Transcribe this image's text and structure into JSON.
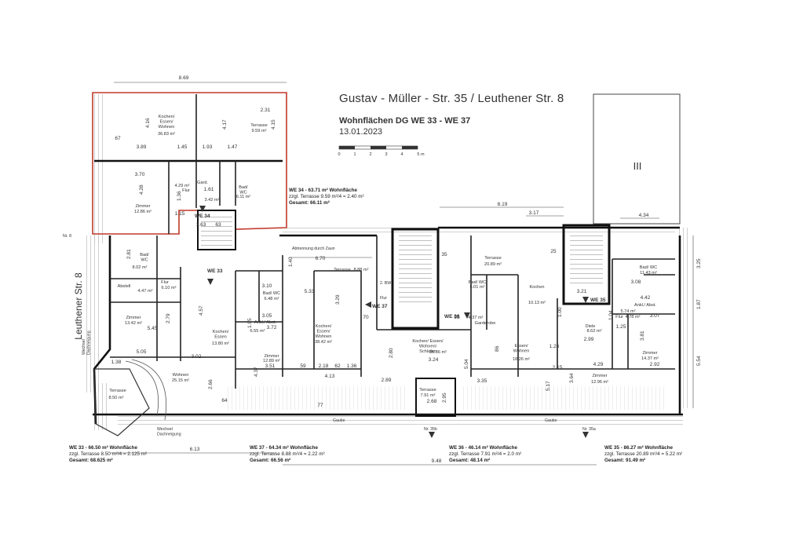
{
  "header": {
    "title": "Gustav - Müller - Str. 35 / Leuthener Str. 8",
    "subtitle": "Wohnflächen DG  WE 33 - WE 37",
    "date": "13.01.2023",
    "scale_labels": [
      "0",
      "1",
      "2",
      "3",
      "4",
      "5 m"
    ]
  },
  "street_label": "Leuthener Str. 8",
  "building_mark": "III",
  "apartments": [
    {
      "id": "WE 34",
      "label": "WE 34",
      "summary": {
        "line1": "WE 34 - 63.71 m² Wohnfläche",
        "line2": "zzgl. Terrasse 9.59 m²/4 = 2.40 m²",
        "line3": "Gesamt: 66.11 m²"
      }
    },
    {
      "id": "WE 33",
      "label": "WE 33",
      "summary": {
        "line1": "WE 33 - 66.50 m² Wohnfläche",
        "line2": "zzgl. Terrasse 8.50 m²/4 = 2.125 m²",
        "line3": "Gesamt: 68.625 m²"
      }
    },
    {
      "id": "WE 37",
      "label": "WE 37",
      "summary": {
        "line1": "WE 37 - 64.34 m² Wohnfläche",
        "line2": "zzgl. Terrasse 8.88 m²/4 = 2.22 m²",
        "line3": "Gesamt: 66.56 m²"
      }
    },
    {
      "id": "WE 36",
      "label": "WE 36",
      "summary": {
        "line1": "WE 36 - 46.14 m² Wohnfläche",
        "line2": "zzgl. Terrasse 7.91 m²/4 = 2.0 m²",
        "line3": "Gesamt: 48.14 m²"
      }
    },
    {
      "id": "WE 35",
      "label": "WE 35",
      "summary": {
        "line1": "WE 35 - 86.27 m² Wohnfläche",
        "line2": "zzgl. Terrasse 20.89 m²/4 = 5.22 m²",
        "line3": "Gesamt: 91.49 m²"
      }
    }
  ],
  "rooms": [
    {
      "name": "Kochen/\nEssen/\nWohnen",
      "area": "36.83 m²"
    },
    {
      "name": "Terrasse",
      "area": "9.59 m²"
    },
    {
      "name": "Zimmer",
      "area": "12.86 m²"
    },
    {
      "name": "Flur",
      "area": "4.29 m²"
    },
    {
      "name": "Gard.",
      "area": "3.42 m²"
    },
    {
      "name": "Bad/\nWC",
      "area": "6.11 m²"
    },
    {
      "name": "Bad/\nWC",
      "area": "8.02 m²"
    },
    {
      "name": "Abstell",
      "area": "4.47 m²"
    },
    {
      "name": "Flur",
      "area": "6.10 m²"
    },
    {
      "name": "Zimmer",
      "area": "13.42 m²"
    },
    {
      "name": "Kochen/\nEssen",
      "area": "13.80 m²"
    },
    {
      "name": "Wohnen",
      "area": "25.15 m²"
    },
    {
      "name": "Terrasse",
      "area": "8.50 m²"
    },
    {
      "name": "Terrasse",
      "area": "8.88 m²"
    },
    {
      "name": "Bad/ WC",
      "area": "6.48 m²"
    },
    {
      "name": "Ankl./ Abst.",
      "area": "6.55 m²"
    },
    {
      "name": "Kochen/\nEssen/\nWohnen",
      "area": "38.42 m²"
    },
    {
      "name": "Zimmer",
      "area": "12.89 m²"
    },
    {
      "name": "Kochen/ Essen/\nWohnen/\nSchlafen",
      "area": "36.86 m²"
    },
    {
      "name": "Terrasse",
      "area": "7.91 m²"
    },
    {
      "name": "Garderobe",
      "area": "4.37 m²"
    },
    {
      "name": "Terrasse",
      "area": "20.89 m²"
    },
    {
      "name": "Bad/ WC",
      "area": "5.01 m²"
    },
    {
      "name": "Kochen",
      "area": "10.13 m²"
    },
    {
      "name": "Essen/\nWohnen",
      "area": "18.26 m²"
    },
    {
      "name": "Zimmer",
      "area": "12.96 m²"
    },
    {
      "name": "Diele",
      "area": "8.62 m²"
    },
    {
      "name": "Bad/ WC",
      "area": "11.43 m²"
    },
    {
      "name": "Ankl./ Abst.",
      "area": "5.74 m²"
    },
    {
      "name": "Flur",
      "area": "4.78 m²"
    },
    {
      "name": "Zimmer",
      "area": "14.37 m²"
    }
  ],
  "dimensions": [
    "8.69",
    "8.19",
    "3.17",
    "4.34",
    "6.70",
    "6.13",
    "9.48",
    "2.31",
    "4.16",
    "4.17",
    "4.15",
    "3.89",
    "1.45",
    "1.93",
    "1.47",
    "3.70",
    "4.28",
    "1.36",
    "1.15",
    "1.61",
    "1.63",
    "63",
    "67",
    "2.81",
    "2.79",
    "5.45",
    "4.57",
    "5.05",
    "3.02",
    "1.38",
    "2.66",
    "3.10",
    "3.05",
    "1.40",
    "5.33",
    "3.29",
    "1.95",
    "3.72",
    "4.37",
    "3.51",
    "2.18",
    "4.13",
    "1.36",
    "2.80",
    "2.89",
    "2.68",
    "2.95",
    "3.24",
    "5.04",
    "3.35",
    "2.15",
    "4.29",
    "2.92",
    "3.21",
    "3.08",
    "4.42",
    "1.04",
    "1.25",
    "3.81",
    "1.00",
    "2.99",
    "3.07",
    "1.26",
    "3.64",
    "5.17",
    "3.25",
    "1.87",
    "5.54",
    "35",
    "25",
    "70",
    "95",
    "64",
    "77",
    "59",
    "62",
    "86"
  ],
  "annotations": {
    "fence": "Abtrennung durch Zaun",
    "gaube1": "Gaube",
    "gaube2": "Gaube",
    "nr8": "Nr. 8",
    "nr35a": "Nr. 35a",
    "nr35b": "Nr. 35b",
    "wechsel1": "Wechsel\nDachneigung",
    "wechsel2": "Wechsel\nDachneigung",
    "bw": "2. BW",
    "flur": "Flur"
  }
}
